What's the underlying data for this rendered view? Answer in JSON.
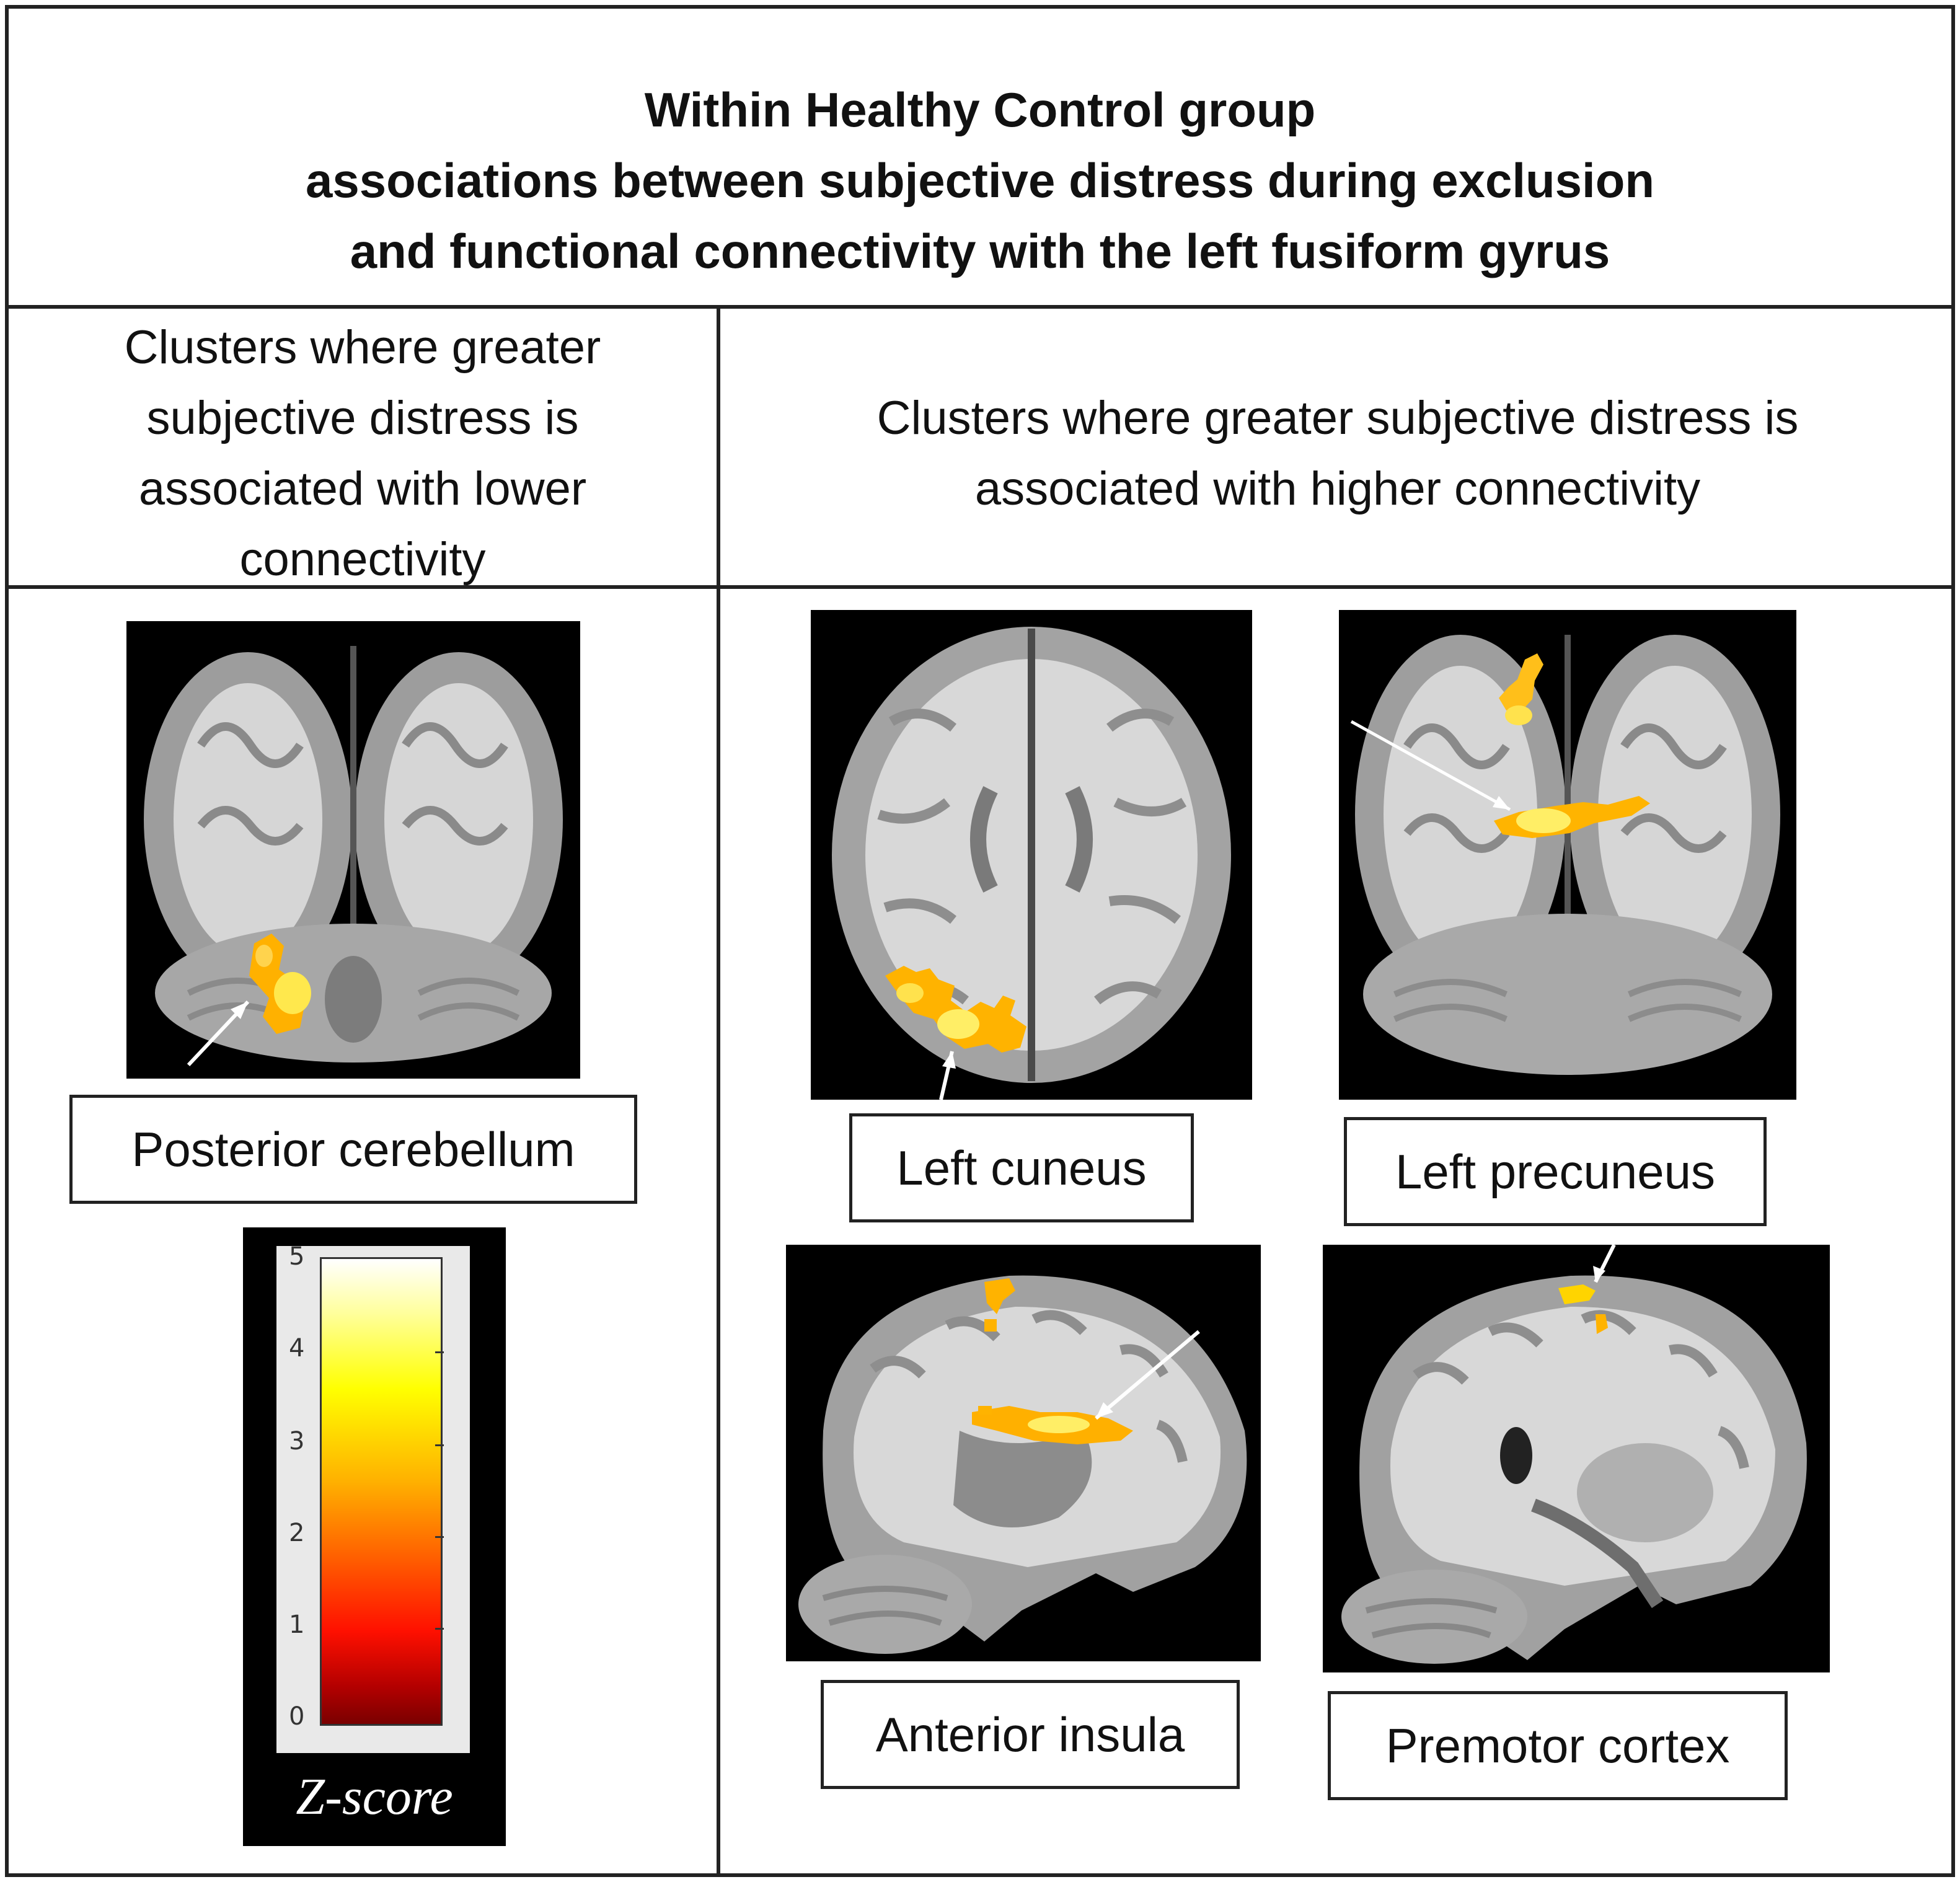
{
  "title": {
    "line1": "Within Healthy Control group",
    "line2": "associations between subjective distress during exclusion",
    "line3": "and functional connectivity with the left fusiform gyrus"
  },
  "columns": {
    "left_heading": [
      "Clusters where greater",
      "subjective distress is",
      "associated with lower",
      "connectivity"
    ],
    "right_heading": [
      "Clusters where greater subjective distress is",
      "associated with higher connectivity"
    ]
  },
  "panels": {
    "posterior_cerebellum": "Posterior cerebellum",
    "left_cuneus": "Left cuneus",
    "left_precuneus": "Left precuneus",
    "anterior_insula": "Anterior insula",
    "premotor_cortex": "Premotor cortex"
  },
  "colorbar": {
    "label": "Z-score",
    "ticks": [
      "5",
      "4",
      "3",
      "2",
      "1",
      "0"
    ],
    "range": [
      0,
      5
    ],
    "colors": [
      "#ffffff",
      "#ffff00",
      "#ffb000",
      "#ff6000",
      "#ff1000",
      "#7a0000"
    ]
  }
}
